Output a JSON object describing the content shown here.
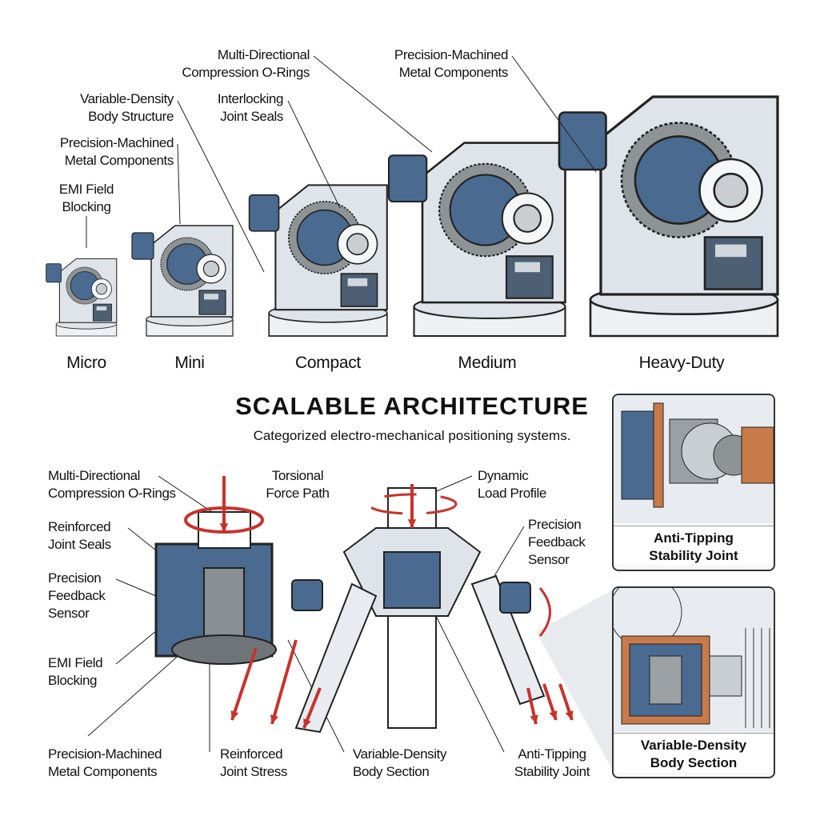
{
  "colors": {
    "accent_blue": "#4a6a90",
    "force_red": "#c8332c",
    "body_grey": "#dfe4ea",
    "metal_grey": "#8e9396"
  },
  "top_callouts": [
    [
      "Multi-Directional",
      "Compression O-Rings"
    ],
    [
      "Precision-Machined",
      "Metal Components"
    ],
    [
      "Variable-Density",
      "Body Structure"
    ],
    [
      "Interlocking",
      "Joint Seals"
    ],
    [
      "Precision-Machined",
      "Metal Components"
    ],
    [
      "EMI Field",
      "Blocking"
    ]
  ],
  "sizes": [
    "Micro",
    "Mini",
    "Compact",
    "Medium",
    "Heavy-Duty"
  ],
  "title": "SCALABLE ARCHITECTURE",
  "subtitle": "Categorized electro-mechanical positioning systems.",
  "bottom_callouts": {
    "mdco": [
      "Multi-Directional",
      "Compression O-Rings"
    ],
    "torsional": [
      "Torsional",
      "Force Path"
    ],
    "dynamic": [
      "Dynamic",
      "Load Profile"
    ],
    "seals": [
      "Reinforced",
      "Joint Seals"
    ],
    "sensor_left": [
      "Precision",
      "Feedback",
      "Sensor"
    ],
    "sensor_right": [
      "Precision",
      "Feedback",
      "Sensor"
    ],
    "emi": [
      "EMI Field",
      "Blocking"
    ],
    "pmmc": [
      "Precision-Machined",
      "Metal Components"
    ],
    "stress": [
      "Reinforced",
      "Joint Stress"
    ],
    "vdbs": [
      "Variable-Density",
      "Body Section"
    ],
    "antitip": [
      "Anti-Tipping",
      "Stability Joint"
    ]
  },
  "insets": [
    [
      "Anti-Tipping",
      "Stability Joint"
    ],
    [
      "Variable-Density",
      "Body Section"
    ]
  ]
}
